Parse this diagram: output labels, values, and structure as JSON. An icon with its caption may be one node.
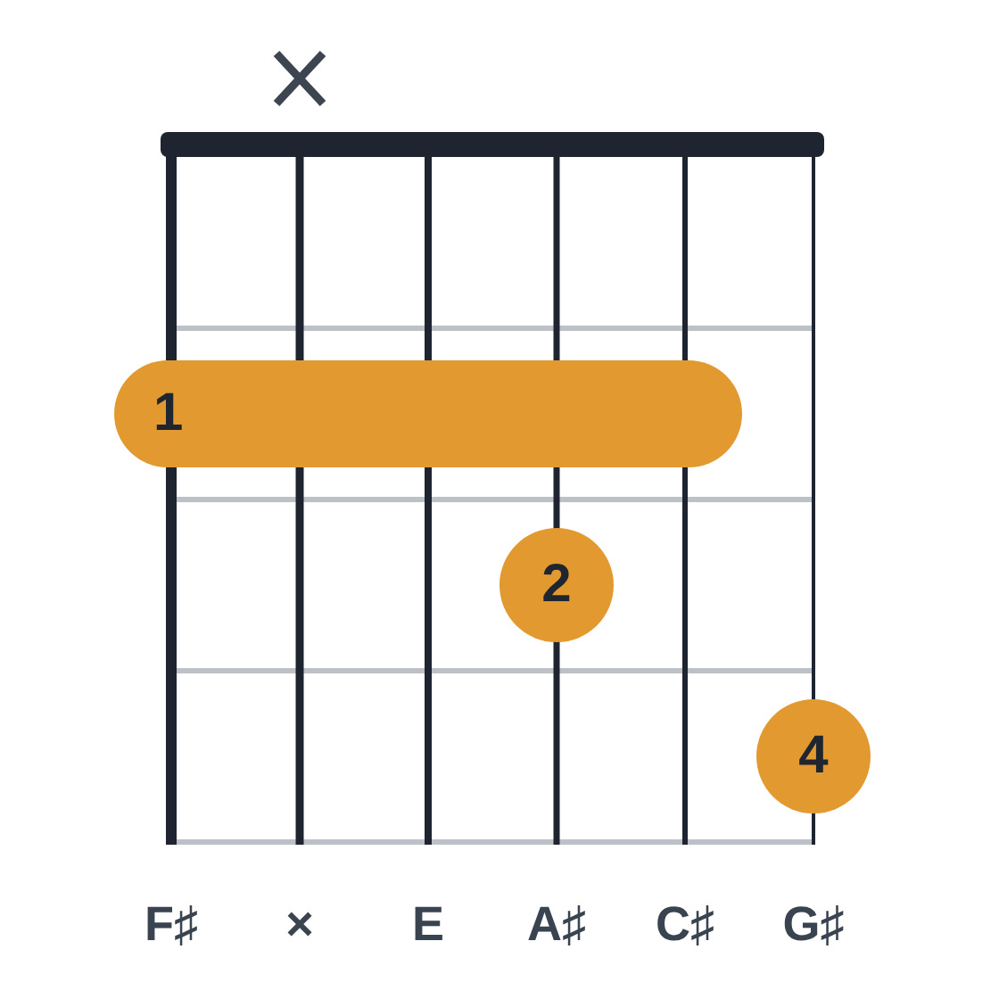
{
  "diagram": {
    "nodes": [
      {
        "text": [
          "1"
        ]
      },
      {
        "text": [
          "2"
        ]
      },
      {
        "text": [
          "4"
        ]
      }
    ],
    "labels": [
      "F♯",
      "×",
      "E",
      "A♯",
      "C♯",
      "G♯"
    ]
  }
}
